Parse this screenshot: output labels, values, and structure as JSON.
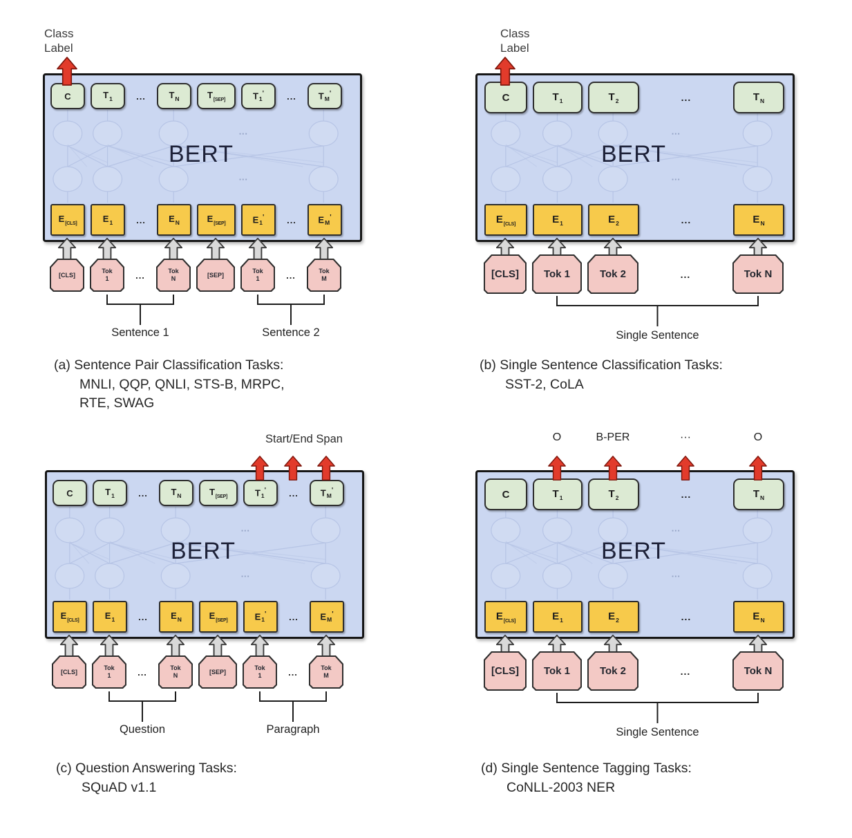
{
  "figure": {
    "bert_label": "BERT",
    "colors": {
      "panel_bg": "#cbd7f1",
      "output_box": "#dcead3",
      "embedding_box": "#f7ca4b",
      "token_box": "#f3c9c5",
      "red_arrow": "#e23b2b",
      "red_arrow_edge": "#7d150b",
      "gray_arrow": "#d9d9d9",
      "gray_arrow_edge": "#3a3a3a"
    },
    "panels": [
      {
        "id": "a",
        "kind": "pair",
        "top": {
          "type": "label-arrow",
          "text": "Class\nLabel",
          "arrow_cols": [
            0
          ]
        },
        "outputs": [
          {
            "main": "C"
          },
          {
            "main": "T",
            "sub": "1"
          },
          {
            "dots": "..."
          },
          {
            "main": "T",
            "sub": "N"
          },
          {
            "main": "T",
            "sub": "[SEP]"
          },
          {
            "main": "T",
            "sub": "1",
            "prime": "'"
          },
          {
            "dots": "..."
          },
          {
            "main": "T",
            "sub": "M",
            "prime": "'"
          }
        ],
        "embeddings": [
          {
            "main": "E",
            "sub": "[CLS]"
          },
          {
            "main": "E",
            "sub": "1"
          },
          {
            "dots": "..."
          },
          {
            "main": "E",
            "sub": "N"
          },
          {
            "main": "E",
            "sub": "[SEP]"
          },
          {
            "main": "E",
            "sub": "1",
            "prime": "'"
          },
          {
            "dots": "..."
          },
          {
            "main": "E",
            "sub": "M",
            "prime": "'"
          }
        ],
        "tokens": [
          {
            "text": "[CLS]"
          },
          {
            "text": "Tok\n1"
          },
          {
            "dots": "..."
          },
          {
            "text": "Tok\nN"
          },
          {
            "text": "[SEP]"
          },
          {
            "text": "Tok\n1"
          },
          {
            "dots": "..."
          },
          {
            "text": "Tok\nM"
          }
        ],
        "braces": [
          {
            "from": 1,
            "to": 3,
            "label": "Sentence 1"
          },
          {
            "from": 5,
            "to": 7,
            "label": "Sentence 2"
          }
        ],
        "caption": "(a) Sentence Pair Classification Tasks:\nMNLI, QQP, QNLI, STS-B, MRPC,\nRTE, SWAG"
      },
      {
        "id": "b",
        "kind": "single",
        "top": {
          "type": "label-arrow",
          "text": "Class\nLabel",
          "arrow_cols": [
            0
          ]
        },
        "outputs": [
          {
            "main": "C"
          },
          {
            "main": "T",
            "sub": "1"
          },
          {
            "main": "T",
            "sub": "2"
          },
          {
            "dots": "..."
          },
          {
            "main": "T",
            "sub": "N"
          }
        ],
        "embeddings": [
          {
            "main": "E",
            "sub": "[CLS]"
          },
          {
            "main": "E",
            "sub": "1"
          },
          {
            "main": "E",
            "sub": "2"
          },
          {
            "dots": "..."
          },
          {
            "main": "E",
            "sub": "N"
          }
        ],
        "tokens": [
          {
            "text": "[CLS]"
          },
          {
            "text": "Tok 1"
          },
          {
            "text": "Tok 2"
          },
          {
            "dots": "..."
          },
          {
            "text": "Tok N"
          }
        ],
        "braces": [
          {
            "from": 1,
            "to": 4,
            "label": "Single Sentence"
          }
        ],
        "caption": "(b) Single Sentence Classification Tasks:\nSST-2, CoLA"
      },
      {
        "id": "c",
        "kind": "pair",
        "top": {
          "type": "span-label",
          "text": "Start/End Span",
          "arrow_cols": [
            5,
            6,
            7
          ]
        },
        "outputs": [
          {
            "main": "C"
          },
          {
            "main": "T",
            "sub": "1"
          },
          {
            "dots": "..."
          },
          {
            "main": "T",
            "sub": "N"
          },
          {
            "main": "T",
            "sub": "[SEP]"
          },
          {
            "main": "T",
            "sub": "1",
            "prime": "'"
          },
          {
            "dots": "..."
          },
          {
            "main": "T",
            "sub": "M",
            "prime": "'"
          }
        ],
        "embeddings": [
          {
            "main": "E",
            "sub": "[CLS]"
          },
          {
            "main": "E",
            "sub": "1"
          },
          {
            "dots": "..."
          },
          {
            "main": "E",
            "sub": "N"
          },
          {
            "main": "E",
            "sub": "[SEP]"
          },
          {
            "main": "E",
            "sub": "1",
            "prime": "'"
          },
          {
            "dots": "..."
          },
          {
            "main": "E",
            "sub": "M",
            "prime": "'"
          }
        ],
        "tokens": [
          {
            "text": "[CLS]"
          },
          {
            "text": "Tok\n1"
          },
          {
            "dots": "..."
          },
          {
            "text": "Tok\nN"
          },
          {
            "text": "[SEP]"
          },
          {
            "text": "Tok\n1"
          },
          {
            "dots": "..."
          },
          {
            "text": "Tok\nM"
          }
        ],
        "braces": [
          {
            "from": 1,
            "to": 3,
            "label": "Question"
          },
          {
            "from": 5,
            "to": 7,
            "label": "Paragraph"
          }
        ],
        "caption": "(c) Question Answering Tasks:\nSQuAD v1.1"
      },
      {
        "id": "d",
        "kind": "single",
        "top": {
          "type": "tag-labels",
          "labels": [
            "O",
            "B-PER",
            "···",
            "O"
          ],
          "arrow_cols": [
            1,
            2,
            3,
            4
          ]
        },
        "outputs": [
          {
            "main": "C"
          },
          {
            "main": "T",
            "sub": "1"
          },
          {
            "main": "T",
            "sub": "2"
          },
          {
            "dots": "..."
          },
          {
            "main": "T",
            "sub": "N"
          }
        ],
        "embeddings": [
          {
            "main": "E",
            "sub": "[CLS]"
          },
          {
            "main": "E",
            "sub": "1"
          },
          {
            "main": "E",
            "sub": "2"
          },
          {
            "dots": "..."
          },
          {
            "main": "E",
            "sub": "N"
          }
        ],
        "tokens": [
          {
            "text": "[CLS]"
          },
          {
            "text": "Tok 1"
          },
          {
            "text": "Tok 2"
          },
          {
            "dots": "..."
          },
          {
            "text": "Tok N"
          }
        ],
        "braces": [
          {
            "from": 1,
            "to": 4,
            "label": "Single Sentence"
          }
        ],
        "caption": "(d) Single Sentence Tagging Tasks:\nCoNLL-2003 NER"
      }
    ]
  }
}
